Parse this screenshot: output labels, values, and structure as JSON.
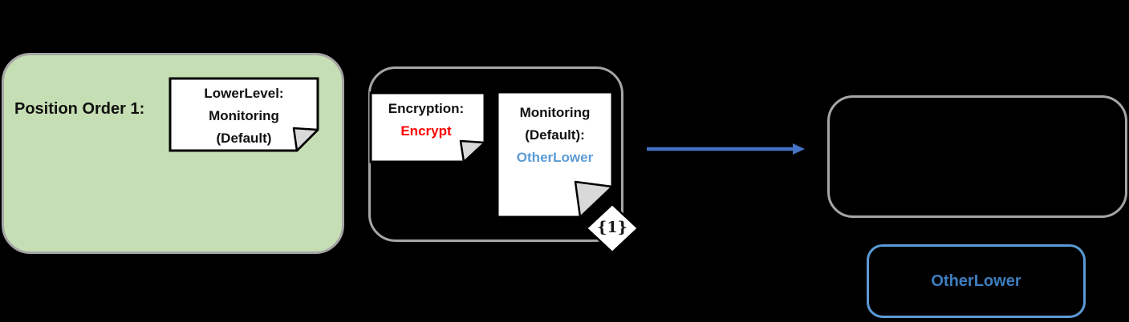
{
  "diagram": {
    "background_color": "#000000",
    "position_group": {
      "title": "Position Order 1:",
      "fill_color": "#c6deb3",
      "border_color": "#a6a6a6",
      "note": {
        "line1": "LowerLevel:",
        "line2": "Monitoring",
        "line3": "(Default)"
      }
    },
    "policy_group": {
      "border_color": "#a6a6a6",
      "encryption_note": {
        "line1": "Encryption:",
        "line2": "Encrypt",
        "line2_color": "#ff0000"
      },
      "monitoring_note": {
        "line1": "Monitoring",
        "line2": "(Default):",
        "line3": "OtherLower",
        "line3_color": "#5b9bd5"
      },
      "cardinality_label": "{1}"
    },
    "arrow": {
      "color": "#4472c4"
    },
    "result_group": {
      "border_color": "#a6a6a6"
    },
    "otherlower_box": {
      "label": "OtherLower",
      "border_color": "#5b9bd5",
      "text_color": "#3e7dbe"
    }
  }
}
